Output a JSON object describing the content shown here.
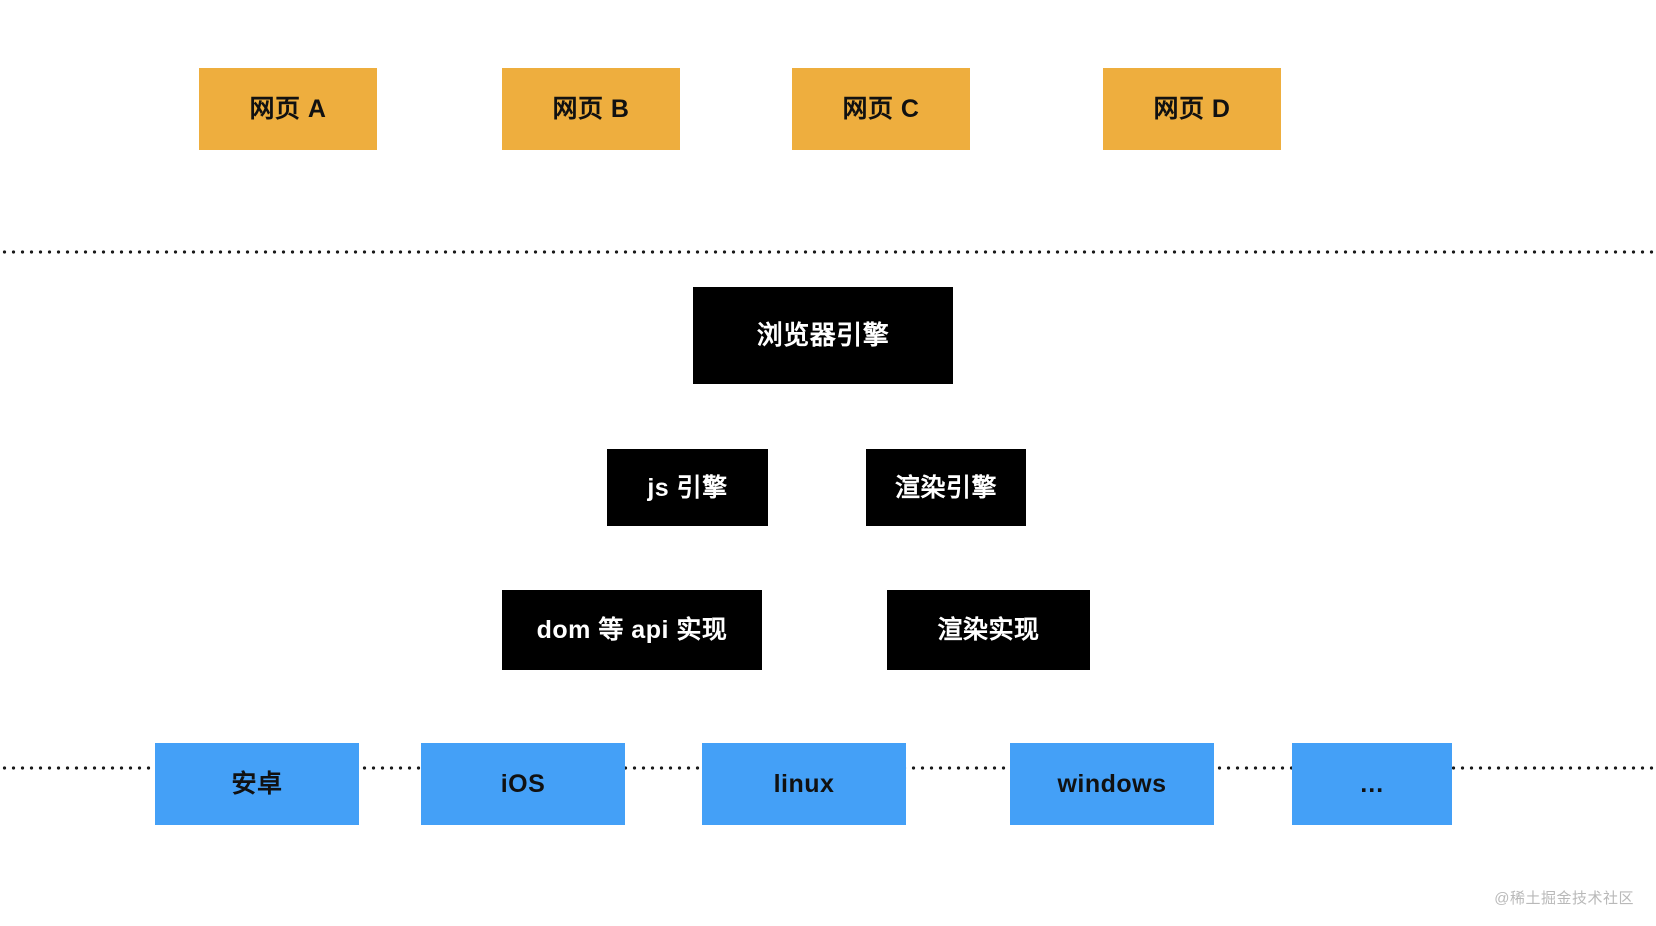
{
  "diagram": {
    "title": "browser-architecture-layers",
    "background": "#ffffff",
    "colors": {
      "page_layer": "#eeae3e",
      "engine_layer": "#000000",
      "engine_text": "#ffffff",
      "platform_layer": "#44a0f7",
      "divider": "#1a1a1a",
      "watermark": "#b9b9b9"
    },
    "layers": {
      "pages": {
        "name": "web-pages-layer",
        "items": [
          {
            "label": "网页 A"
          },
          {
            "label": "网页 B"
          },
          {
            "label": "网页 C"
          },
          {
            "label": "网页 D"
          }
        ]
      },
      "engine": {
        "name": "browser-engine-layer",
        "root": {
          "label": "浏览器引擎"
        },
        "sub_engines": [
          {
            "label": "js 引擎"
          },
          {
            "label": "渲染引擎"
          }
        ],
        "implementations": [
          {
            "label": "dom 等 api 实现"
          },
          {
            "label": "渲染实现"
          }
        ]
      },
      "platforms": {
        "name": "operating-system-layer",
        "items": [
          {
            "label": "安卓"
          },
          {
            "label": "iOS"
          },
          {
            "label": "linux"
          },
          {
            "label": "windows"
          },
          {
            "label": "…"
          }
        ]
      }
    },
    "watermark": {
      "text": "@稀土掘金技术社区"
    }
  }
}
